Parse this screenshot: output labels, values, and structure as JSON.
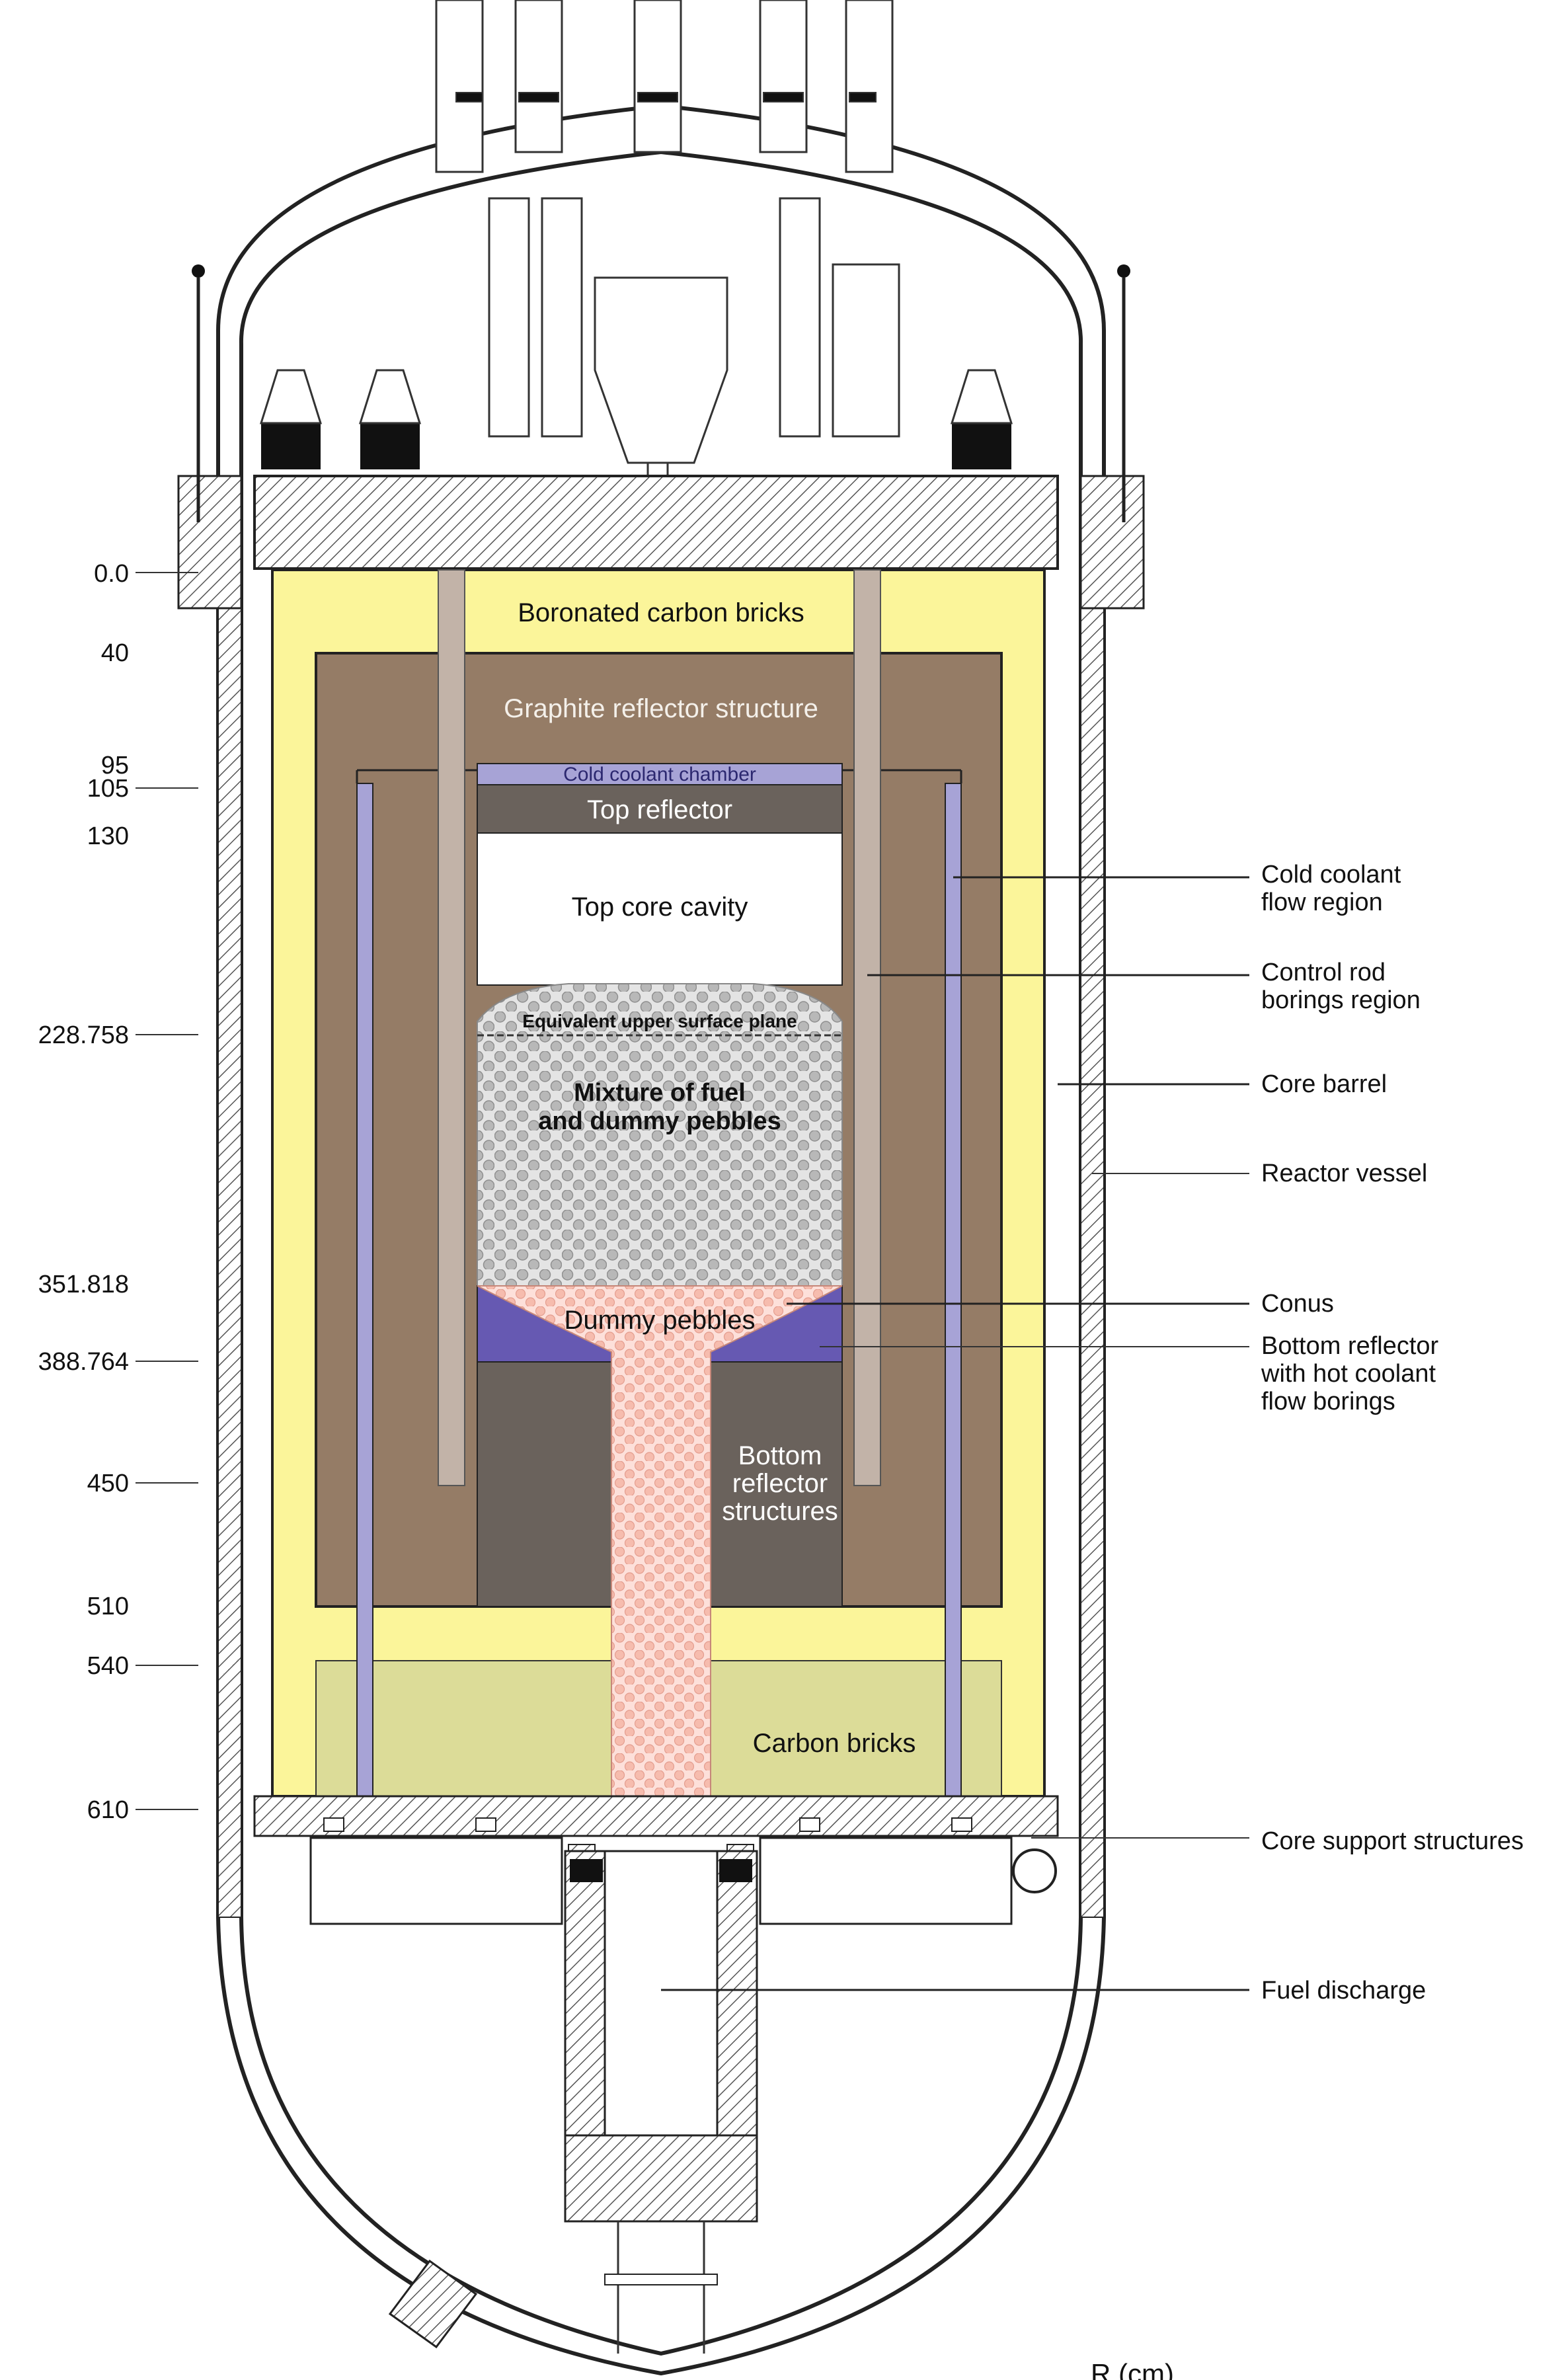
{
  "colors": {
    "boronated": "#fbf59a",
    "graphite": "#957c66",
    "coolant": "#a7a3d6",
    "top_reflector": "#6a625c",
    "bottom_reflector": "#6a625c",
    "control_rod": "#c2b3a8",
    "pebbles": "#c9c9c9",
    "dummy": "#f8c4b9",
    "conus": "#6659b2",
    "carbon_bricks": "#dcdc98",
    "hatch": "#555555"
  },
  "axis": {
    "ticks": [
      "0.0",
      "40",
      "95",
      "105",
      "130",
      "228.758",
      "351.818",
      "388.764",
      "450",
      "510",
      "540",
      "610"
    ],
    "r_label": "R (cm)"
  },
  "regions": {
    "boronated": "Boronated carbon bricks",
    "graphite": "Graphite reflector structure",
    "cold_chamber": "Cold coolant chamber",
    "top_reflector": "Top reflector",
    "top_cavity": "Top core cavity",
    "upper_plane": "Equivalent upper surface plane",
    "mixture_1": "Mixture of fuel",
    "mixture_2": "and dummy pebbles",
    "dummy": "Dummy pebbles",
    "bottom_refl_1": "Bottom",
    "bottom_refl_2": "reflector",
    "bottom_refl_3": "structures",
    "carbon_bricks": "Carbon bricks"
  },
  "callouts": {
    "cold_flow_1": "Cold coolant",
    "cold_flow_2": "flow region",
    "control_rod_1": "Control rod",
    "control_rod_2": "borings region",
    "core_barrel": "Core barrel",
    "reactor_vessel": "Reactor vessel",
    "conus": "Conus",
    "bottom_refl_1": "Bottom reflector",
    "bottom_refl_2": "with hot coolant",
    "bottom_refl_3": "flow borings",
    "core_support": "Core support structures",
    "fuel_discharge": "Fuel discharge"
  }
}
